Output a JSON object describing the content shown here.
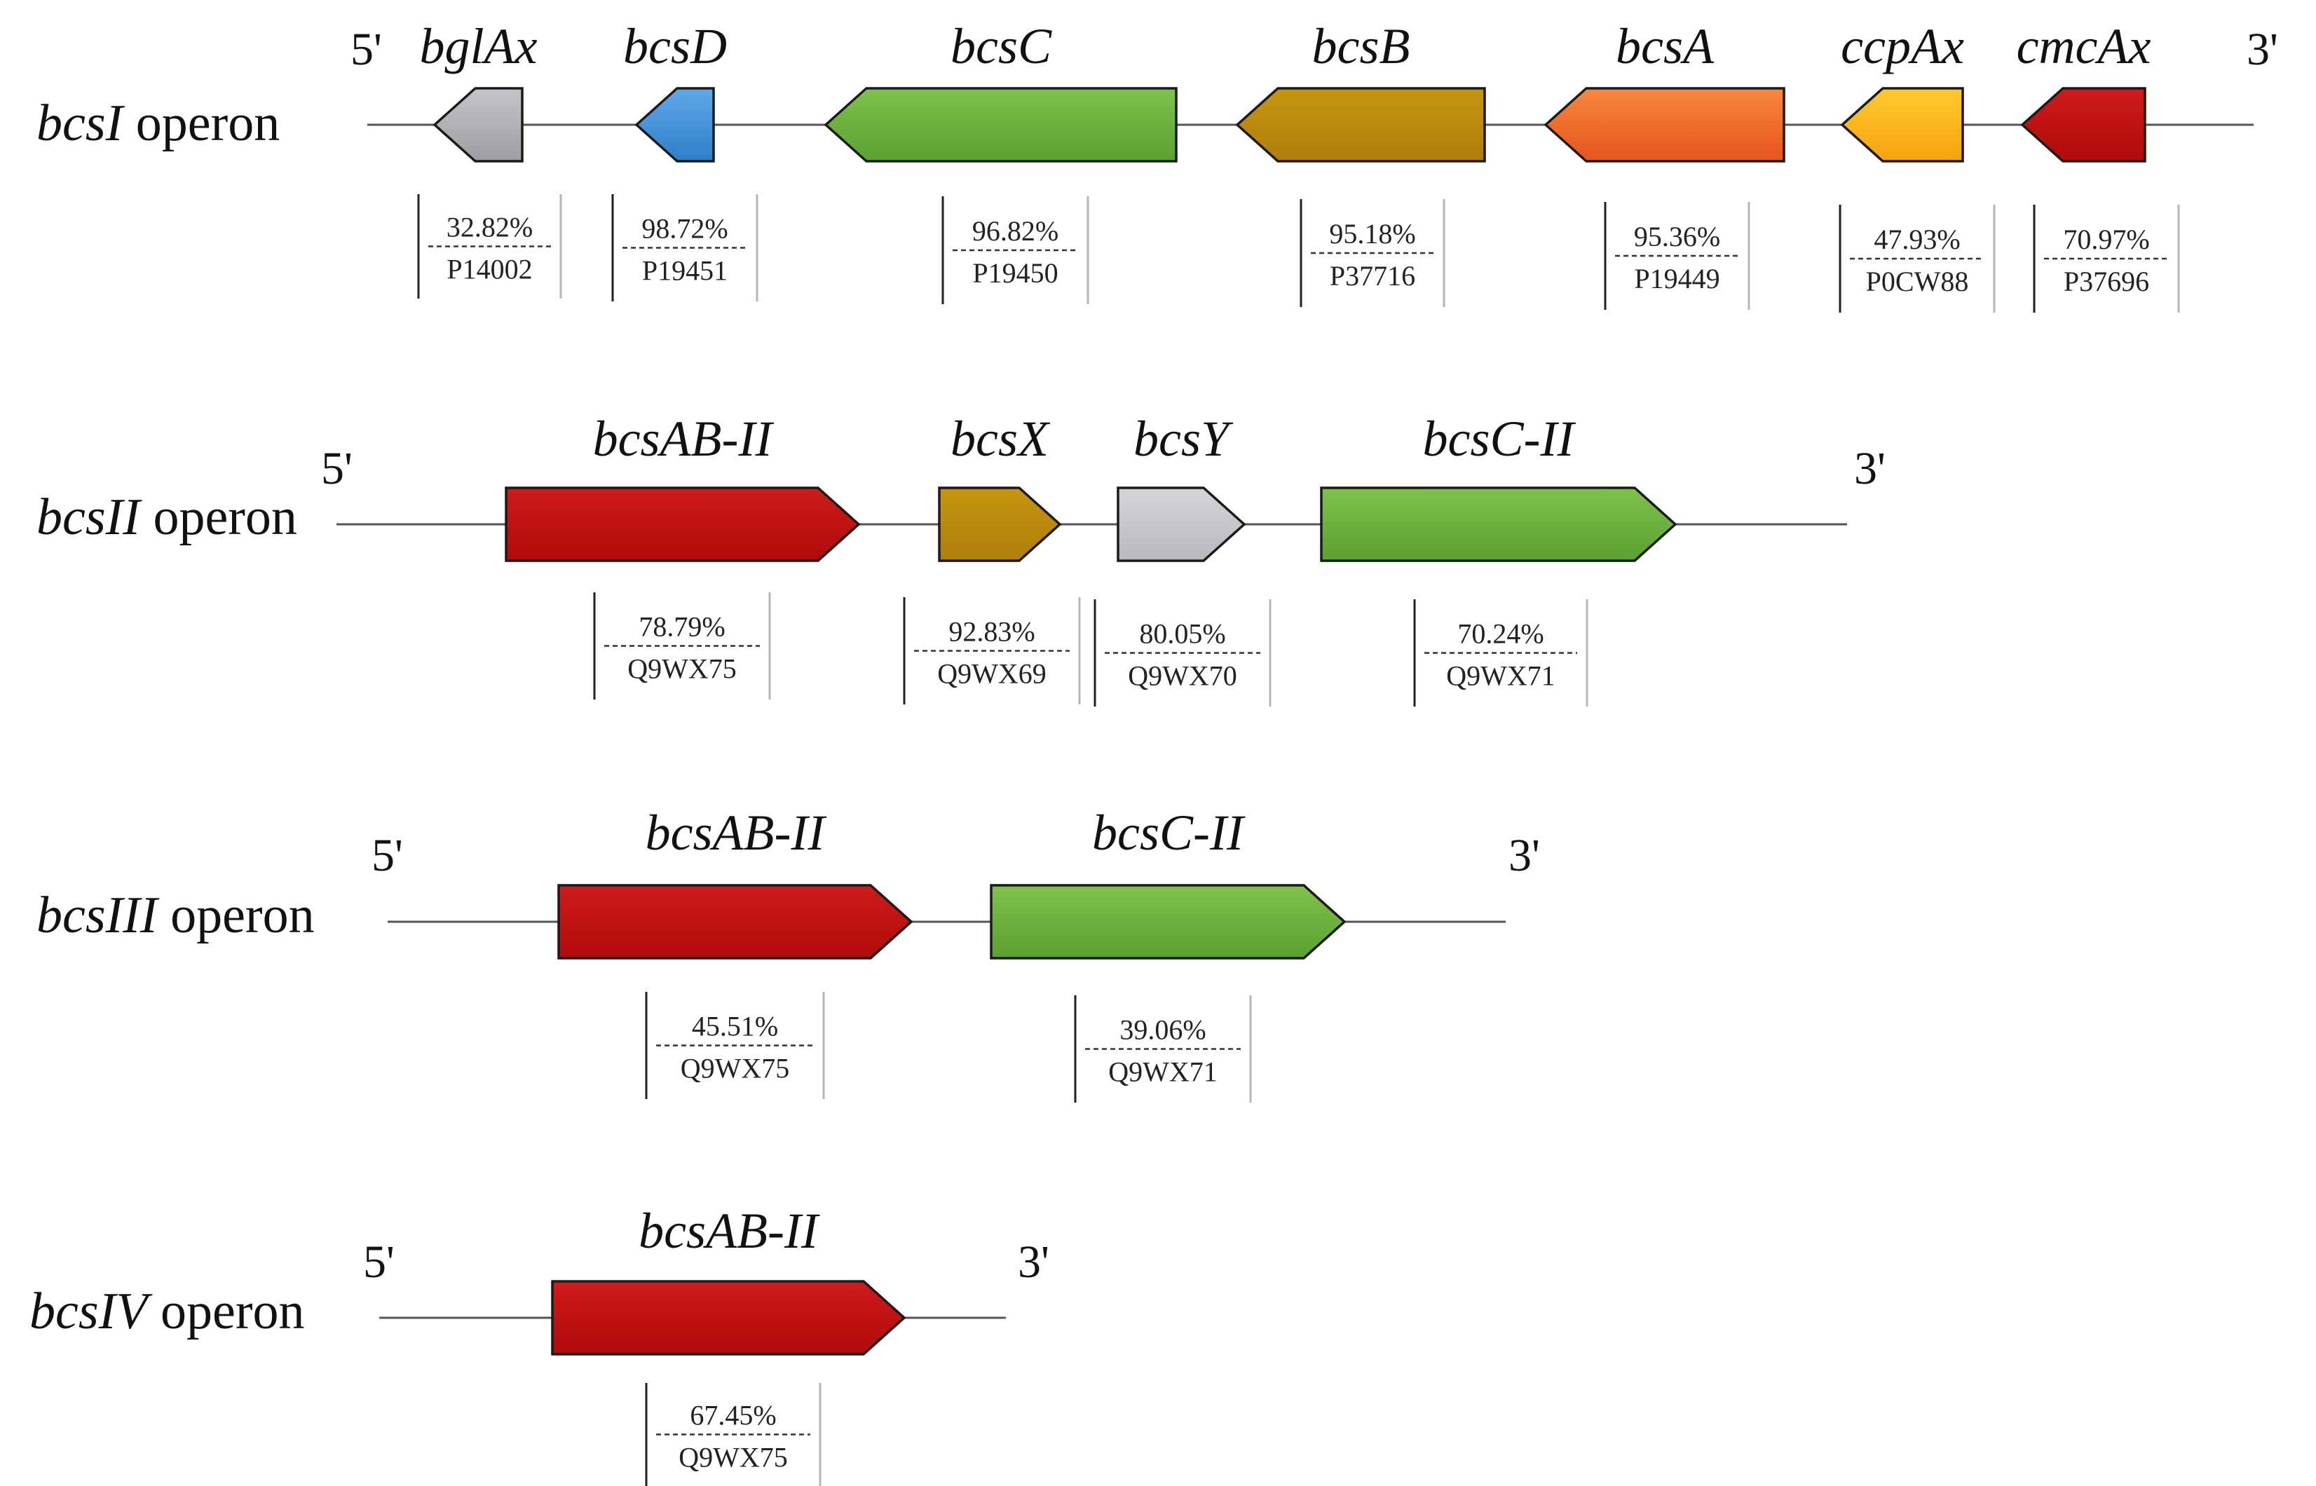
{
  "operons": [
    {
      "name_italic": "bcsI",
      "name_suffix": " operon",
      "five_prime": "5'",
      "three_prime": "3'",
      "genes": [
        {
          "label": "bglAx",
          "identity": "32.82%",
          "accession": "P14002",
          "color": "#9d9ea1",
          "color_light": "#c4c5c8",
          "strand": "reverse"
        },
        {
          "label": "bcsD",
          "identity": "98.72%",
          "accession": "P19451",
          "color": "#2f7fc8",
          "color_light": "#5fa8e8",
          "strand": "reverse"
        },
        {
          "label": "bcsC",
          "identity": "96.82%",
          "accession": "P19450",
          "color": "#5aa12f",
          "color_light": "#7fc24c",
          "strand": "reverse"
        },
        {
          "label": "bcsB",
          "identity": "95.18%",
          "accession": "P37716",
          "color": "#b07d0b",
          "color_light": "#c8950f",
          "strand": "reverse"
        },
        {
          "label": "bcsA",
          "identity": "95.36%",
          "accession": "P19449",
          "color": "#e6541c",
          "color_light": "#f7893e",
          "strand": "reverse"
        },
        {
          "label": "ccpAx",
          "identity": "47.93%",
          "accession": "P0CW88",
          "color": "#f5a30c",
          "color_light": "#ffc930",
          "strand": "reverse"
        },
        {
          "label": "cmcAx",
          "identity": "70.97%",
          "accession": "P37696",
          "color": "#b00a0a",
          "color_light": "#cf1b1b",
          "strand": "reverse"
        }
      ]
    },
    {
      "name_italic": "bcsII",
      "name_suffix": " operon",
      "five_prime": "5'",
      "three_prime": "3'",
      "genes": [
        {
          "label": "bcsAB-II",
          "identity": "78.79%",
          "accession": "Q9WX75",
          "color": "#b00a0a",
          "color_light": "#cf1b1b",
          "strand": "forward"
        },
        {
          "label": "bcsX",
          "identity": "92.83%",
          "accession": "Q9WX69",
          "color": "#b07d0b",
          "color_light": "#c8950f",
          "strand": "forward"
        },
        {
          "label": "bcsY",
          "identity": "80.05%",
          "accession": "Q9WX70",
          "color": "#b8b9bc",
          "color_light": "#d4d5d8",
          "strand": "forward"
        },
        {
          "label": "bcsC-II",
          "identity": "70.24%",
          "accession": "Q9WX71",
          "color": "#5aa12f",
          "color_light": "#7fc24c",
          "strand": "forward"
        }
      ]
    },
    {
      "name_italic": "bcsIII",
      "name_suffix": " operon",
      "five_prime": "5'",
      "three_prime": "3'",
      "genes": [
        {
          "label": "bcsAB-II",
          "identity": "45.51%",
          "accession": "Q9WX75",
          "color": "#b00a0a",
          "color_light": "#cf1b1b",
          "strand": "forward"
        },
        {
          "label": "bcsC-II",
          "identity": "39.06%",
          "accession": "Q9WX71",
          "color": "#5aa12f",
          "color_light": "#7fc24c",
          "strand": "forward"
        }
      ]
    },
    {
      "name_italic": "bcsIV",
      "name_suffix": " operon",
      "five_prime": "5'",
      "three_prime": "3'",
      "genes": [
        {
          "label": "bcsAB-II",
          "identity": "67.45%",
          "accession": "Q9WX75",
          "color": "#b00a0a",
          "color_light": "#cf1b1b",
          "strand": "forward"
        }
      ]
    }
  ]
}
